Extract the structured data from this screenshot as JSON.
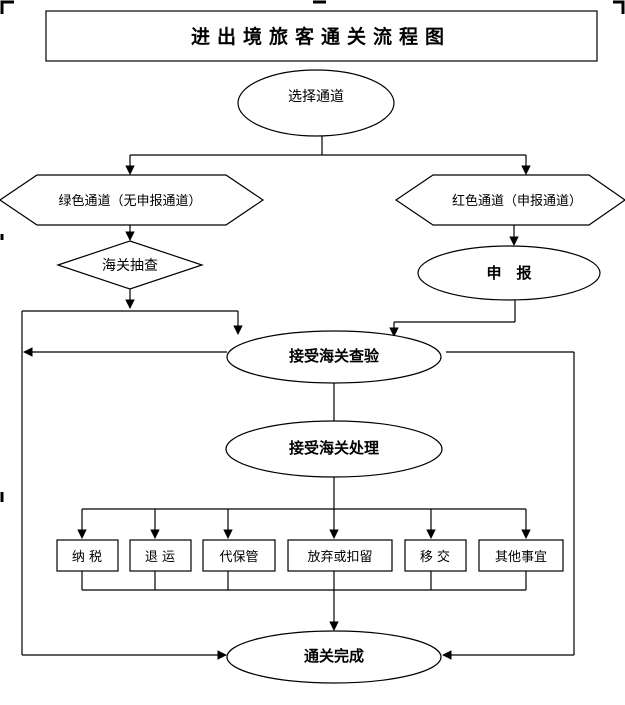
{
  "diagram": {
    "title": "进出境旅客通关流程图",
    "nodes": {
      "select_channel": "选择通道",
      "green_channel": "绿色通道（无申报通道）",
      "red_channel": "红色通道（申报通道）",
      "customs_spot_check": "海关抽查",
      "declare": "申　报",
      "accept_inspection": "接受海关查验",
      "accept_processing": "接受海关处理",
      "clearance_complete": "通关完成"
    },
    "outcomes": [
      "纳 税",
      "退 运",
      "代保管",
      "放弃或扣留",
      "移 交",
      "其他事宜"
    ]
  }
}
